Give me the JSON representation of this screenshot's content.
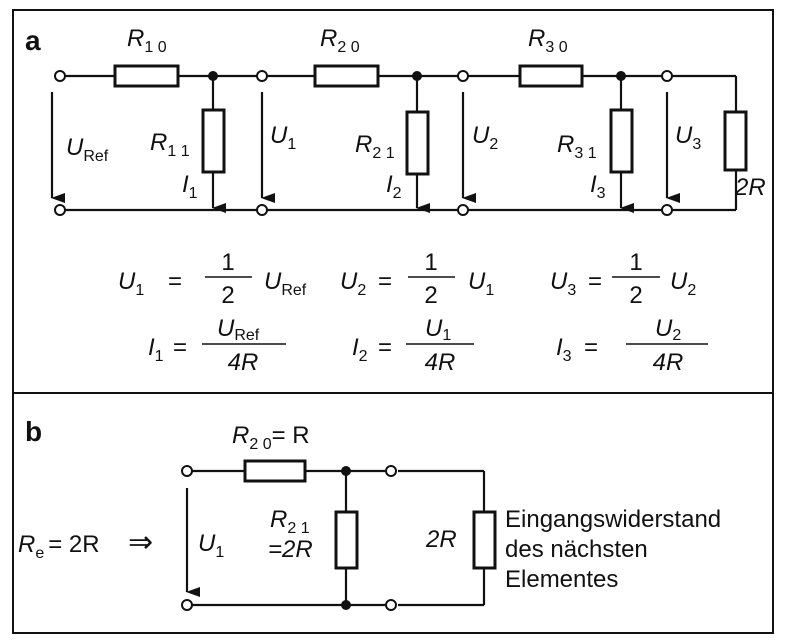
{
  "panel_a": {
    "letter": "a",
    "resistors": {
      "r10": {
        "base": "R",
        "sub": "1 0"
      },
      "r20": {
        "base": "R",
        "sub": "2 0"
      },
      "r30": {
        "base": "R",
        "sub": "3 0"
      },
      "r11": {
        "base": "R",
        "sub": "1 1"
      },
      "r21": {
        "base": "R",
        "sub": "2 1"
      },
      "r31": {
        "base": "R",
        "sub": "3 1"
      },
      "end": "2R"
    },
    "voltages": {
      "uref": {
        "base": "U",
        "sub": "Ref"
      },
      "u1": {
        "base": "U",
        "sub": "1"
      },
      "u2": {
        "base": "U",
        "sub": "2"
      },
      "u3": {
        "base": "U",
        "sub": "3"
      }
    },
    "currents": {
      "i1": {
        "base": "I",
        "sub": "1"
      },
      "i2": {
        "base": "I",
        "sub": "2"
      },
      "i3": {
        "base": "I",
        "sub": "3"
      }
    },
    "formulas": {
      "u1": {
        "lhs_base": "U",
        "lhs_sub": "1",
        "eq": "=",
        "num": "1",
        "den": "2",
        "rhs_base": "U",
        "rhs_sub": "Ref"
      },
      "u2": {
        "lhs_base": "U",
        "lhs_sub": "2",
        "eq": "=",
        "num": "1",
        "den": "2",
        "rhs_base": "U",
        "rhs_sub": "1"
      },
      "u3": {
        "lhs_base": "U",
        "lhs_sub": "3",
        "eq": "=",
        "num": "1",
        "den": "2",
        "rhs_base": "U",
        "rhs_sub": "2"
      },
      "i1": {
        "lhs_base": "I",
        "lhs_sub": "1",
        "eq": "=",
        "num_base": "U",
        "num_sub": "Ref",
        "den": "4R"
      },
      "i2": {
        "lhs_base": "I",
        "lhs_sub": "2",
        "eq": "=",
        "num_base": "U",
        "num_sub": "1",
        "den": "4R"
      },
      "i3": {
        "lhs_base": "I",
        "lhs_sub": "3",
        "eq": "=",
        "num_base": "U",
        "num_sub": "2",
        "den": "4R"
      }
    }
  },
  "panel_b": {
    "letter": "b",
    "r20_label": {
      "base": "R",
      "sub": "2 0",
      "suffix": "= R"
    },
    "r21_label": {
      "base": "R",
      "sub": "2 1",
      "line2": "=2R"
    },
    "u1": {
      "base": "U",
      "sub": "1"
    },
    "re": {
      "base": "R",
      "sub": "e",
      "rest": "= 2R",
      "arrow": "⇒"
    },
    "load": "2R",
    "note_lines": [
      "Eingangswiderstand",
      "des nächsten",
      "Elementes"
    ]
  }
}
